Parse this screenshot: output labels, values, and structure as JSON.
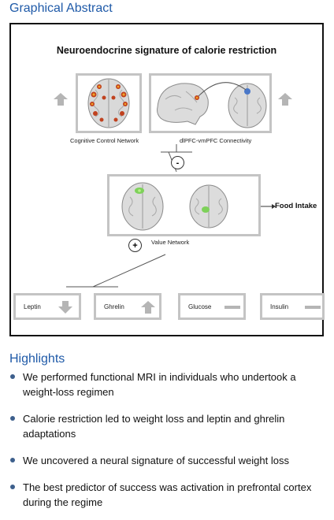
{
  "graphical_abstract": {
    "heading": "Graphical Abstract",
    "figure_title": "Neuroendocrine signature of calorie restriction",
    "panels": {
      "cognitive_control": "Cognitive Control Network",
      "connectivity": "dlPFC-vmPFC Connectivity",
      "value_network": "Value Network"
    },
    "operators": {
      "minus": "-",
      "plus": "+"
    },
    "outcome": "Food Intake",
    "biomarkers": [
      {
        "label": "Leptin",
        "direction": "down"
      },
      {
        "label": "Ghrelin",
        "direction": "up"
      },
      {
        "label": "Glucose",
        "direction": "none"
      },
      {
        "label": "Insulin",
        "direction": "none"
      }
    ]
  },
  "highlights": {
    "heading": "Highlights",
    "items": [
      "We performed functional MRI in individuals who undertook a weight-loss regimen",
      "Calorie restriction led to weight loss and leptin and ghrelin adaptations",
      "We uncovered a neural signature of successful weight loss",
      "The best predictor of success was activation in prefrontal cortex during the regime"
    ]
  },
  "colors": {
    "heading_blue": "#1f5aa8",
    "panel_gray": "#c4c4c4",
    "bullet": "#3d5f8c"
  }
}
